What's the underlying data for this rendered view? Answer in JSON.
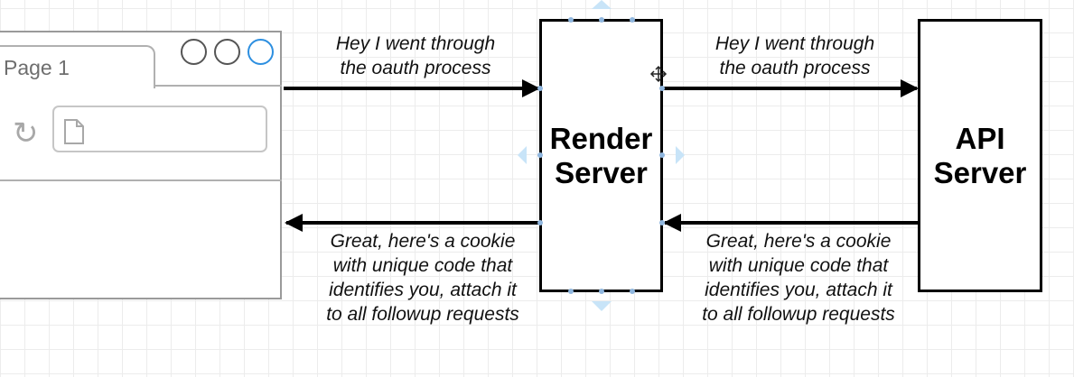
{
  "browser": {
    "tab_label": "Page 1",
    "window_buttons": [
      "circle-button",
      "circle-button",
      "circle-button-active"
    ],
    "reload_icon": "reload-icon",
    "page_icon": "page-icon"
  },
  "nodes": {
    "render_server": {
      "label": "Render\nServer"
    },
    "api_server": {
      "label": "API\nServer"
    }
  },
  "messages": {
    "browser_to_render": "Hey I went through\nthe oauth process",
    "render_to_api": "Hey I went through\nthe oauth process",
    "render_to_browser": "Great, here's a cookie\nwith unique code that\nidentifies you, attach it\nto all followup requests",
    "api_to_render": "Great, here's a cookie\nwith unique code that\nidentifies you, attach it\nto all followup requests"
  },
  "colors": {
    "selection_handle": "#c8e4f8",
    "active_button": "#2d8fe0",
    "grid": "#ececec"
  }
}
